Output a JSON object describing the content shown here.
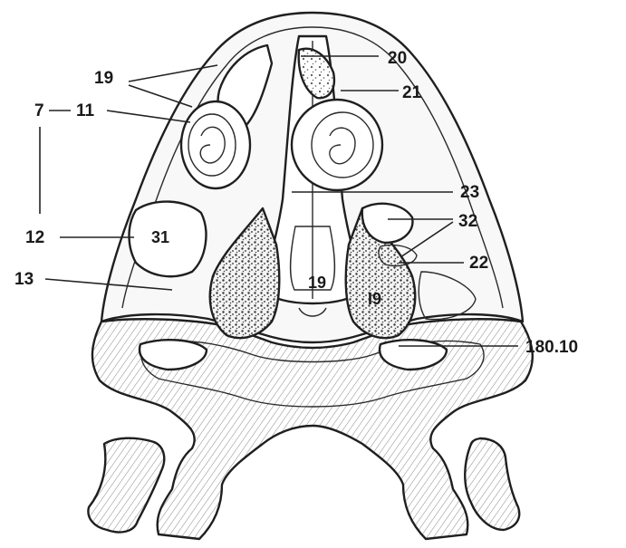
{
  "labels": {
    "l_20": "20",
    "l_19_top": "19",
    "l_21": "21",
    "l_7": "7",
    "l_11": "11",
    "l_23": "23",
    "l_32": "32",
    "l_12": "12",
    "l_31": "31",
    "l_22": "22",
    "l_13": "13",
    "l_19_left": "19",
    "l_19_right": "I9",
    "l_180_10": "180.10"
  }
}
